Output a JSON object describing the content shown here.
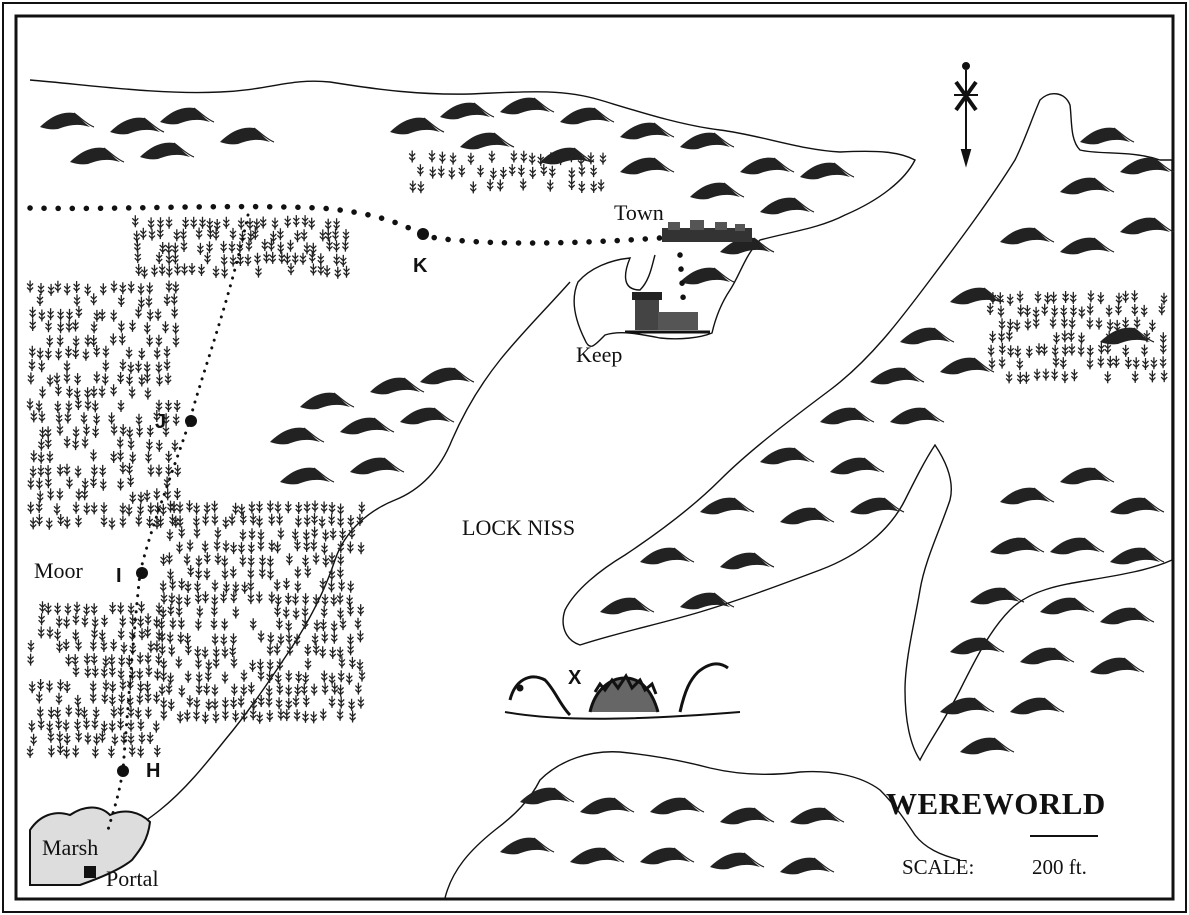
{
  "map": {
    "title": "WEREWORLD",
    "lake_name": "LOCK NISS",
    "scale_label": "SCALE:",
    "scale_value": "200 ft.",
    "places": {
      "town": "Town",
      "keep": "Keep",
      "moor": "Moor",
      "marsh": "Marsh",
      "portal": "Portal"
    },
    "waypoints": {
      "h": "H",
      "i": "I",
      "j": "J",
      "k": "K",
      "x": "X"
    },
    "compass_icon": "sword-compass-north-icon",
    "ink_color": "#111111"
  }
}
